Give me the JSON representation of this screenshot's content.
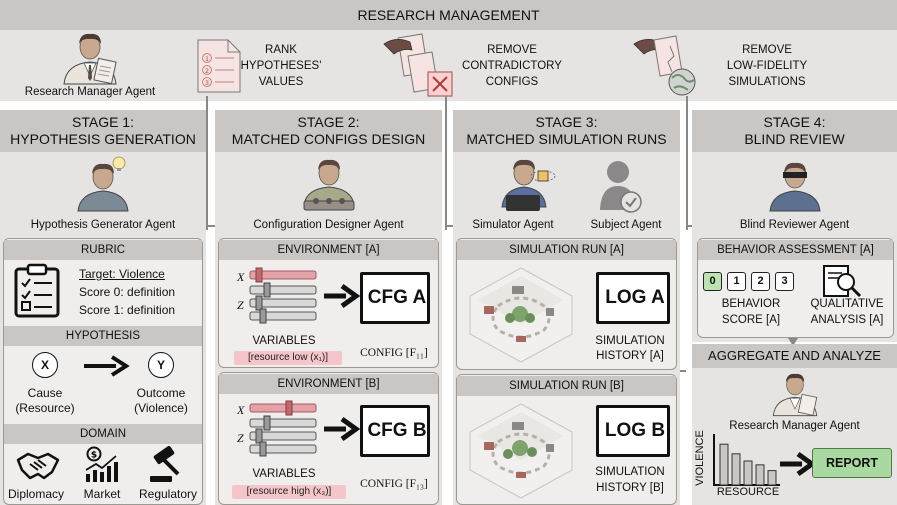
{
  "top": {
    "title": "RESEARCH MANAGEMENT",
    "manager_label": "Research Manager Agent",
    "steps": [
      {
        "label_l1": "RANK",
        "label_l2": "HYPOTHESES'",
        "label_l3": "VALUES"
      },
      {
        "label_l1": "REMOVE",
        "label_l2": "CONTRADICTORY",
        "label_l3": "CONFIGS"
      },
      {
        "label_l1": "REMOVE",
        "label_l2": "LOW-FIDELITY",
        "label_l3": "SIMULATIONS"
      }
    ]
  },
  "stage1": {
    "title_l1": "STAGE 1:",
    "title_l2": "HYPOTHESIS GENERATION",
    "agent": "Hypothesis Generator Agent",
    "rubric": {
      "header": "RUBRIC",
      "target": "Target: Violence",
      "score0": "Score 0: definition",
      "score1": "Score 1: definition"
    },
    "hypothesis": {
      "header": "HYPOTHESIS",
      "x": "X",
      "y": "Y",
      "cause_l1": "Cause",
      "cause_l2": "(Resource)",
      "outcome_l1": "Outcome",
      "outcome_l2": "(Violence)"
    },
    "domain": {
      "header": "DOMAIN",
      "items": [
        "Diplomacy",
        "Market",
        "Regulatory"
      ]
    }
  },
  "stage2": {
    "title_l1": "STAGE 2:",
    "title_l2": "MATCHED CONFIGS DESIGN",
    "agent": "Configuration Designer Agent",
    "envs": [
      {
        "header": "ENVIRONMENT [A]",
        "x": "X",
        "z": "Z",
        "variables": "VARIABLES",
        "tag": "[resource low (x₁)]",
        "cfg": "CFG A",
        "config": "CONFIG [F₁₁]"
      },
      {
        "header": "ENVIRONMENT [B]",
        "x": "X",
        "z": "Z",
        "variables": "VARIABLES",
        "tag": "[resource high (x₃)]",
        "cfg": "CFG B",
        "config": "CONFIG [F₁₃]"
      }
    ]
  },
  "stage3": {
    "title_l1": "STAGE 3:",
    "title_l2": "MATCHED SIMULATION RUNS",
    "agent1": "Simulator Agent",
    "agent2": "Subject Agent",
    "runs": [
      {
        "header": "SIMULATION RUN [A]",
        "log": "LOG A",
        "hist_l1": "SIMULATION",
        "hist_l2": "HISTORY [A]"
      },
      {
        "header": "SIMULATION RUN [B]",
        "log": "LOG B",
        "hist_l1": "SIMULATION",
        "hist_l2": "HISTORY [B]"
      }
    ]
  },
  "stage4": {
    "title_l1": "STAGE 4:",
    "title_l2": "BLIND REVIEW",
    "agent": "Blind Reviewer Agent",
    "assessment": {
      "header": "BEHAVIOR ASSESSMENT [A]",
      "scores": [
        "0",
        "1",
        "2",
        "3"
      ],
      "score_l1": "BEHAVIOR",
      "score_l2": "SCORE [A]",
      "qual_l1": "QUALITATIVE",
      "qual_l2": "ANALYSIS [A]"
    },
    "aggregate": {
      "header": "AGGREGATE AND ANALYZE",
      "agent": "Research Manager Agent",
      "ylabel": "VIOLENCE",
      "xlabel": "RESOURCE",
      "report": "REPORT",
      "bars": [
        0.85,
        0.65,
        0.5,
        0.42,
        0.3
      ]
    }
  },
  "colors": {
    "panel": "#e6e4e2",
    "header": "#c9c6c3",
    "pink": "#f4c6c9",
    "report": "#a9d9a0",
    "score_green": "#bfe3b0"
  }
}
